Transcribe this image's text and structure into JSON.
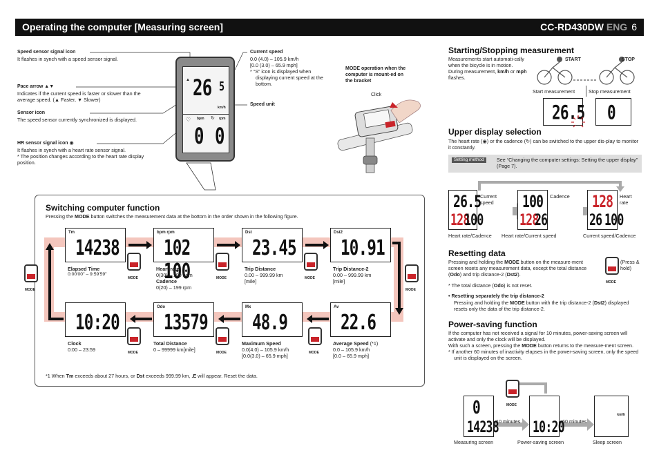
{
  "header": {
    "title": "Operating the computer [Measuring screen]",
    "model": "CC-RD430DW",
    "lang": "ENG",
    "page": "6"
  },
  "left": {
    "speed_sensor_signal_icon": {
      "label": "Speed sensor signal icon",
      "desc": "It flashes in synch with a speed sensor signal."
    },
    "pace_arrow": {
      "label": "Pace arrow ▲▼",
      "desc": "Indicates if the current speed is faster or slower than the average speed. (▲ Faster, ▼ Slower)"
    },
    "sensor_icon": {
      "label": "Sensor icon",
      "desc": "The speed sensor currently synchronized is displayed."
    },
    "hr_sensor_icon": {
      "label": "HR sensor signal icon ◉",
      "desc": "It flashes in synch with a heart rate sensor signal.",
      "note": "*  The position changes according to the heart rate display position."
    },
    "current_speed": {
      "label": "Current speed",
      "l1": "0.0 (4.0) – 105.9 km/h",
      "l2": "[0.0 (3.0) – 65.9 mph]",
      "note": "*  “S” icon is displayed when displaying current speed at the bottom."
    },
    "speed_unit": "Speed unit",
    "mode_op": "MODE operation when the computer is mount-ed on the bracket",
    "click": "Click",
    "device_top": "26",
    "device_top_small": "5",
    "device_unit": "km/h",
    "device_bpm": "bpm",
    "device_rpm": "rpm",
    "device_bottom_l": "0",
    "device_bottom_r": "0"
  },
  "switching": {
    "title": "Switching computer function",
    "intro_pre": "Pressing the ",
    "intro_b": "MODE",
    "intro_post": " button switches the measurement data at the bottom in the order shown in the following figure.",
    "mode": "MODE",
    "top": [
      {
        "hd": "Tm",
        "big": "14238",
        "name": "Elapsed Time",
        "l1": "0:00'00\" – 9:59'59\""
      },
      {
        "hd": "bpm  rpm",
        "big": "102 100",
        "name": "Heart rate",
        "l1": "0(30) – 199 bpm",
        "name2": "Cadence",
        "l2": "0(20) – 199 rpm"
      },
      {
        "hd": "Dst",
        "big": "23.45",
        "name": "Trip Distance",
        "l1": "0.00 – 999.99 km",
        "l2": "[mile]"
      },
      {
        "hd": "Dst2",
        "big": "10.91",
        "name": "Trip Distance-2",
        "l1": "0.00 – 999.99 km",
        "l2": "[mile]"
      }
    ],
    "bottom": [
      {
        "hd": "",
        "big": "10:20",
        "name": "Clock",
        "l1": "0:00 – 23:59"
      },
      {
        "hd": "Odo",
        "big": "13579",
        "name": "Total Distance",
        "l1": "0 – 99999 km[mile]"
      },
      {
        "hd": "Mx",
        "big": "48.9",
        "name": "Maximum Speed",
        "l1": "0.0(4.0) – 105.9 km/h",
        "l2": "[0.0(3.0) – 65.9 mph]"
      },
      {
        "hd": "Av",
        "big": "22.6",
        "name": "Average Speed",
        "sup": " (*1)",
        "l1": "0.0 – 105.9 km/h",
        "l2": "[0.0 – 65.9 mph]"
      }
    ],
    "footnote_a": "*1  When ",
    "footnote_tm": "Tm",
    "footnote_b": " exceeds about 27 hours, or ",
    "footnote_dst": "Dst",
    "footnote_c": " exceeds 999.99 km, ",
    "footnote_e": ".E",
    "footnote_d": " will appear. Reset the data."
  },
  "right": {
    "start_stop": {
      "title": "Starting/Stopping measurement",
      "p1": "Measurements start automati-cally when the bicycle is in motion.",
      "p2a": "During measurement, ",
      "p2b": "km/h",
      "p2c": " or ",
      "p2d": "mph",
      "p2e": " flashes.",
      "start": "START",
      "stop": "STOP",
      "cap1": "Start measurement",
      "cap2": "Stop measurement"
    },
    "upper": {
      "title": "Upper display selection",
      "p1": "The heart rate (◉) or the cadence (↻) can be switched to the upper dis-play to monitor it constantly.",
      "tag": "Setting method",
      "see": "See “Changing the computer settings: Setting the upper display” (Page 7).",
      "c1": "Current speed",
      "c2": "Cadence",
      "c3": "Heart rate",
      "cap1": "Heart rate/Cadence",
      "cap2": "Heart rate/Current speed",
      "cap3": "Current speed/Cadence"
    },
    "reset": {
      "title": "Resetting data",
      "p1a": "Pressing and holding the ",
      "p1b": "MODE",
      "p1c": " button on the measure-ment screen resets any measurement data, except the total distance (",
      "p1d": "Odo",
      "p1e": ") and trip distance-2 (",
      "p1f": "Dst2",
      "p1g": ").",
      "press": "(Press & hold)",
      "note1a": "*  The total distance (",
      "note1b": "Odo",
      "note1c": ") is not reset.",
      "bul": "•  Resetting separately the trip distance-2",
      "p2a": "Pressing and holding the ",
      "p2b": "MODE",
      "p2c": " button with the trip distance-2 (",
      "p2d": "Dst2",
      "p2e": ") displayed resets only the data of the trip distance-2."
    },
    "power": {
      "title": "Power-saving function",
      "p1": "If the computer has not received a signal for 10 minutes, power-saving screen will activate and only the clock will be displayed.",
      "p2a": "With such a screen, pressing the ",
      "p2b": "MODE",
      "p2c": " button returns to the measure-ment screen.",
      "note": "*  If another 60 minutes of inactivity elapses in the power-saving screen, only the speed unit is displayed on the screen.",
      "m10": "10 minutes",
      "m60": "60 minutes",
      "cap1": "Measuring screen",
      "cap2": "Power-saving screen",
      "cap3": "Sleep screen",
      "kmh": "km/h"
    }
  }
}
